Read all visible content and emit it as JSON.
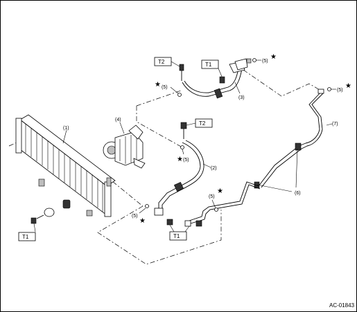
{
  "figure_code": "AC-01843",
  "torque_labels": {
    "t1_condenser": "T1",
    "t1_hose": "T1",
    "t1_lines": "T1",
    "t2_top": "T2",
    "t2_mid": "T2"
  },
  "callouts": {
    "condenser": "(1)",
    "hose_2": "(2)",
    "hose_3": "(3)",
    "compressor": "(4)",
    "oring_compressor": "(5)",
    "oring_top": "(5)",
    "oring_right": "(5)",
    "oring_bottom_left": "(5)",
    "oring_bottom_mid": "(5)",
    "clamps": "(6)",
    "pipe": "(7)"
  },
  "marker_symbol": "★",
  "colors": {
    "line": "#000000",
    "background": "#ffffff",
    "fill_dark": "#333333",
    "fill_gray": "#bdbdbd"
  }
}
